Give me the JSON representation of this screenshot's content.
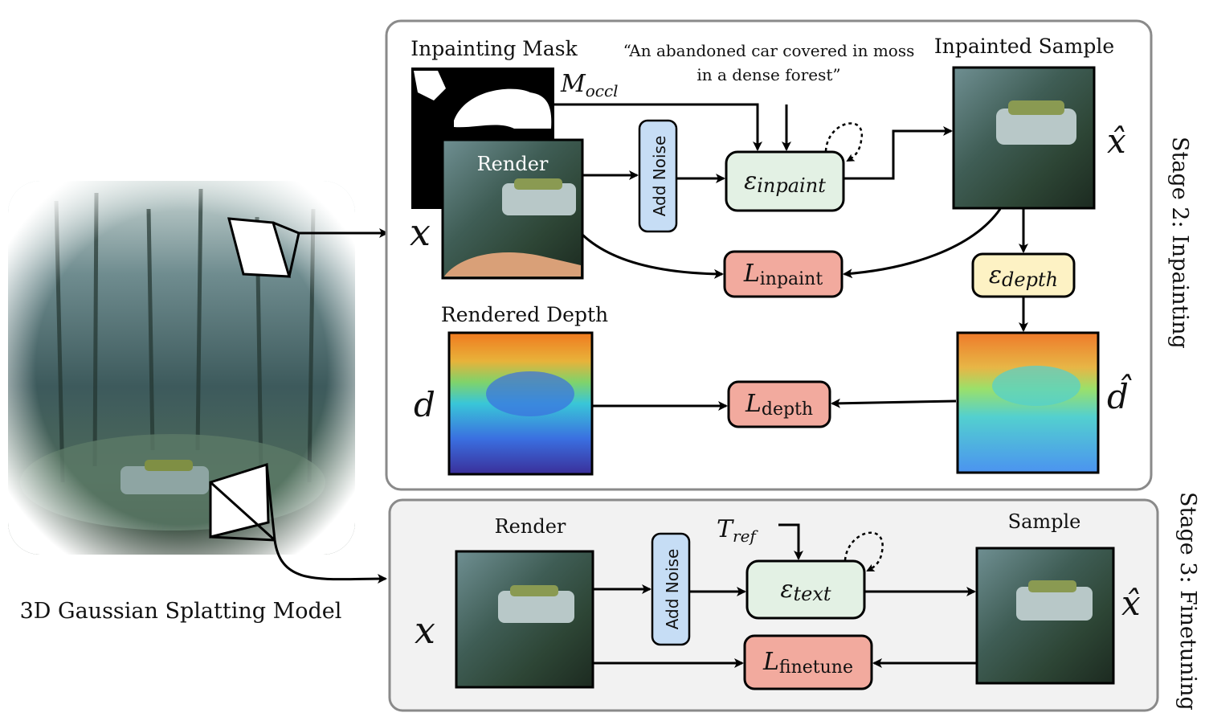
{
  "left": {
    "model_label": "3D Gaussian Splatting Model"
  },
  "stage2": {
    "title": "Stage 2: Inpainting",
    "mask_label": "Inpainting Mask",
    "mask_symbol": "M",
    "mask_symbol_sub": "occl",
    "prompt_line1": "“An abandoned car covered in moss",
    "prompt_line2": "in a dense forest”",
    "inpainted_label": "Inpainted Sample",
    "render_label": "Render",
    "x_label": "x",
    "xhat_label": "x̂",
    "add_noise": "Add Noise",
    "eps_inpaint": "ε",
    "eps_inpaint_sub": "inpaint",
    "loss_inpaint": "L",
    "loss_inpaint_sub": "inpaint",
    "eps_depth": "ε",
    "eps_depth_sub": "depth",
    "depth_label": "Rendered Depth",
    "d_label": "d",
    "dhat_label": "d̂",
    "loss_depth": "L",
    "loss_depth_sub": "depth"
  },
  "stage3": {
    "title": "Stage 3: Finetuning",
    "render_label": "Render",
    "sample_label": "Sample",
    "x_label": "x",
    "xhat_label": "x̂",
    "add_noise": "Add Noise",
    "tref": "T",
    "tref_sub": "ref",
    "eps_text": "ε",
    "eps_text_sub": "text",
    "loss_finetune": "L",
    "loss_finetune_sub": "finetune"
  },
  "colors": {
    "noise_fill": "#c6ddf5",
    "eps_fill": "#e3f1e4",
    "loss_fill": "#f2aa9e",
    "depth_eps_fill": "#fdf2c4",
    "panel_stroke": "#8a8a8a",
    "stage3_bg": "#f2f2f2"
  }
}
